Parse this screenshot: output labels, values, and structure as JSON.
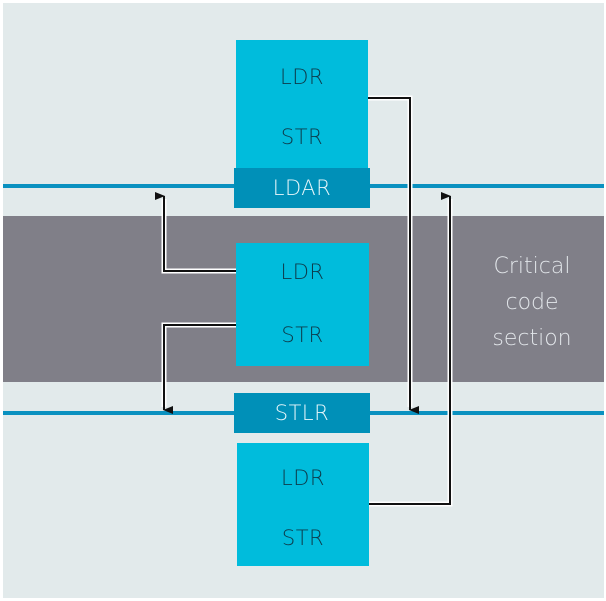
{
  "diagram": {
    "title": "",
    "colors": {
      "background": "#e2eaeb",
      "critical_band": "#807f88",
      "barrier_line": "#0a91c0",
      "instruction_block": "#00bcdc",
      "barrier_box": "#0090b8",
      "arrow": "#111111"
    },
    "blocks": [
      {
        "id": "upper-block",
        "instructions": [
          "LDR",
          "STR"
        ]
      },
      {
        "id": "middle-block",
        "instructions": [
          "LDR",
          "STR"
        ]
      },
      {
        "id": "lower-block",
        "instructions": [
          "LDR",
          "STR"
        ]
      }
    ],
    "barriers": {
      "acquire": "LDAR",
      "release": "STLR"
    },
    "critical_section_label": [
      "Critical",
      "code",
      "section"
    ],
    "arrows": [
      {
        "from": "middle-block.LDR",
        "to": "LDAR line",
        "direction": "up"
      },
      {
        "from": "middle-block.STR",
        "to": "STLR line",
        "direction": "down"
      },
      {
        "from": "upper-block",
        "to": "STLR line",
        "direction": "down"
      },
      {
        "from": "lower-block",
        "to": "LDAR line",
        "direction": "up"
      }
    ]
  }
}
